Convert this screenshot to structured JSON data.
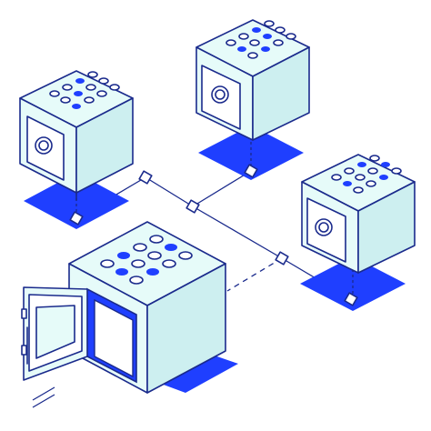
{
  "illustration": {
    "icon": "distributed-safe-storage-illustration",
    "colors": {
      "outline": "#1a2a8c",
      "accent": "#1f3fff",
      "fill_light": "#e6fbf9",
      "fill_mid": "#cdeff0",
      "fill_white": "#ffffff"
    },
    "safes": [
      {
        "name": "safe-top-left",
        "state": "closed"
      },
      {
        "name": "safe-top-center",
        "state": "closed"
      },
      {
        "name": "safe-right",
        "state": "closed"
      },
      {
        "name": "safe-main-open",
        "state": "open"
      }
    ]
  }
}
